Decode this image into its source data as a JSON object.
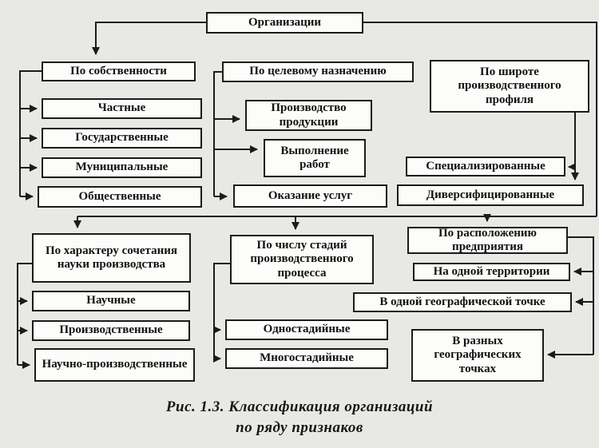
{
  "diagram": {
    "root": "Организации",
    "branches": [
      {
        "header": "По собственности",
        "children": [
          "Частные",
          "Государственные",
          "Муниципальные",
          "Общественные"
        ]
      },
      {
        "header": "По целевому назначению",
        "children": [
          "Производство продукции",
          "Выполнение работ",
          "Оказание услуг"
        ]
      },
      {
        "header": "По широте производственного профиля",
        "children": [
          "Специализированные",
          "Диверсифицированные"
        ]
      },
      {
        "header": "По характеру сочетания науки производства",
        "children": [
          "Научные",
          "Производственные",
          "Научно-производственные"
        ]
      },
      {
        "header": "По числу стадий производственного процесса",
        "children": [
          "Одностадийные",
          "Многостадийные"
        ]
      },
      {
        "header": "По расположению предприятия",
        "children": [
          "На одной территории",
          "В одной географической точке",
          "В разных географических точках"
        ]
      }
    ],
    "caption_line1": "Рис. 1.3. Классификация организаций",
    "caption_line2": "по ряду признаков",
    "colors": {
      "background": "#e8e8e5",
      "box_fill": "#fcfcfa",
      "line": "#1b1b1b",
      "text": "#111111"
    }
  }
}
